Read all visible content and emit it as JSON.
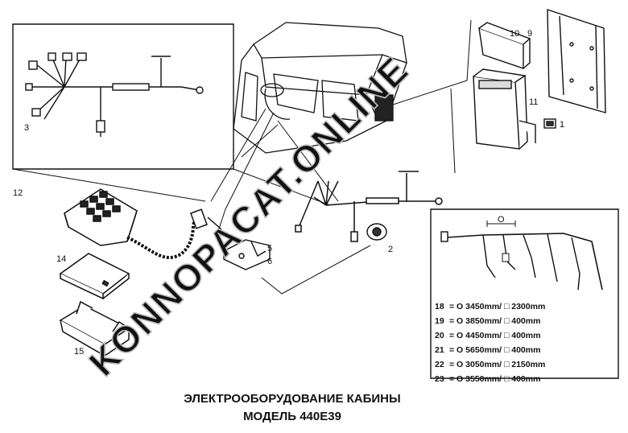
{
  "caption": {
    "line1": "ЭЛЕКТРООБОРУДОВАНИЕ КАБИНЫ",
    "line2": "МОДЕЛЬ 440E39"
  },
  "watermark": "KONNOPACAT.ONLINE",
  "part_numbers": {
    "p1": "1",
    "p2": "2",
    "p3": "3",
    "p5": "5",
    "p6": "6",
    "p9": "9",
    "p10": "10",
    "p11": "11",
    "p12": "12",
    "p14": "14",
    "p15": "15"
  },
  "dimension_marker": "O",
  "legend": [
    {
      "num": "18",
      "text": "= O 3450mm/ □ 2300mm"
    },
    {
      "num": "19",
      "text": "= O 3850mm/ □ 400mm"
    },
    {
      "num": "20",
      "text": "= O 4450mm/ □ 400mm"
    },
    {
      "num": "21",
      "text": "= O 5650mm/ □ 400mm"
    },
    {
      "num": "22",
      "text": "= O 3050mm/ □ 2150mm"
    },
    {
      "num": "23",
      "text": "= O 3550mm/ □ 400mm"
    }
  ],
  "colors": {
    "ink": "#111111",
    "watermark": "#c8c8c8",
    "paper": "#ffffff"
  }
}
